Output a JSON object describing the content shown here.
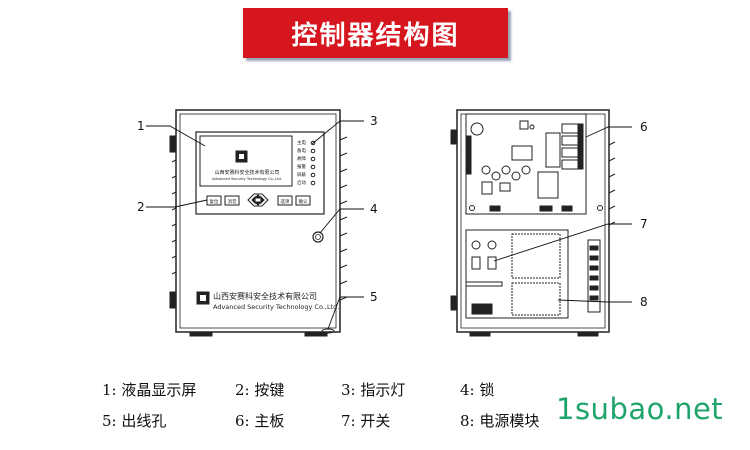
{
  "title": "控制器结构图",
  "callouts": [
    "1",
    "2",
    "3",
    "4",
    "5",
    "6",
    "7",
    "8"
  ],
  "front_panel": {
    "display_logo_text": "山西安赛科安全技术有限公司",
    "display_logo_text_en": "Advanced Security Technology Co.,Ltd.",
    "indicators": [
      "主电",
      "备电",
      "故障",
      "报警",
      "屏蔽",
      "启动"
    ],
    "buttons": [
      "复位",
      "消音",
      "",
      "",
      "选项",
      "确认"
    ],
    "company_name": "山西安赛科安全技术有限公司",
    "company_name_en": "Advanced Security Technology Co.,Ltd."
  },
  "legend": [
    {
      "num": "1:",
      "label": "液晶显示屏"
    },
    {
      "num": "2:",
      "label": "按键"
    },
    {
      "num": "3:",
      "label": "指示灯"
    },
    {
      "num": "4:",
      "label": "锁"
    },
    {
      "num": "5:",
      "label": "出线孔"
    },
    {
      "num": "6:",
      "label": "主板"
    },
    {
      "num": "7:",
      "label": "开关"
    },
    {
      "num": "8:",
      "label": "电源模块"
    }
  ],
  "watermark": "1subao.net",
  "colors": {
    "title_bg": "#d5161e",
    "title_text": "#ffffff",
    "watermark": "#1fa56b"
  }
}
